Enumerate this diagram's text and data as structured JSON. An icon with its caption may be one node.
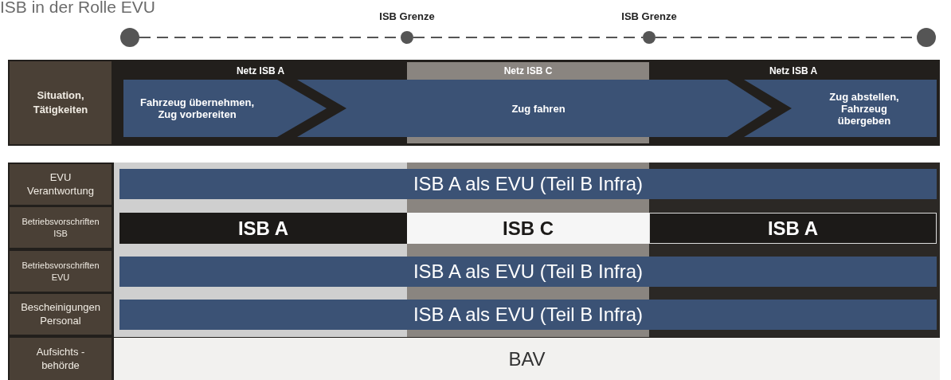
{
  "diagram": {
    "title": "ISB in der Rolle EVU",
    "nodes": [
      {
        "text": [],
        "shape": "circle"
      },
      {
        "text": [],
        "shape": "circle",
        "beside": [
          "ISB Grenze"
        ]
      },
      {
        "text": [],
        "shape": "circle",
        "beside": [
          "ISB Grenze"
        ]
      },
      {
        "text": [],
        "shape": "circle"
      },
      {
        "text": [
          "Situation, Tätigkeiten"
        ]
      },
      {
        "text": [
          "Netz ISB A"
        ]
      },
      {
        "text": [
          "Netz ISB C"
        ]
      },
      {
        "text": [
          "Netz ISB A"
        ]
      },
      {
        "text": [
          "Fahrzeug übernehmen, Zug vorbereiten"
        ]
      },
      {
        "text": [
          "Zug fahren"
        ]
      },
      {
        "text": [
          "Zug abstellen, Fahrzeug übergeben"
        ]
      },
      {
        "text": [
          "EVU Verantwortung"
        ]
      },
      {
        "text": [
          "ISB A als EVU (Teil B Infra)"
        ]
      },
      {
        "text": [
          "Betriebsvorschriften ISB"
        ]
      },
      {
        "text": [
          "ISB A"
        ]
      },
      {
        "text": [
          "ISB C"
        ]
      },
      {
        "text": [
          "ISB A"
        ]
      },
      {
        "text": [
          "Betriebsvorschriften EVU"
        ]
      },
      {
        "text": [
          "ISB A als EVU (Teil B Infra)"
        ]
      },
      {
        "text": [
          "Bescheinigungen Personal"
        ]
      },
      {
        "text": [
          "ISB A als EVU (Teil B Infra)"
        ]
      },
      {
        "text": [
          "Aufsichts - behörde"
        ]
      },
      {
        "text": [
          "BAV"
        ]
      }
    ],
    "edges": [
      {
        "from": 0,
        "to": 1,
        "arrow": "none",
        "style": "dashed"
      },
      {
        "from": 1,
        "to": 2,
        "arrow": "none",
        "style": "dashed"
      },
      {
        "from": 2,
        "to": 3,
        "arrow": "none",
        "style": "dashed"
      }
    ]
  }
}
